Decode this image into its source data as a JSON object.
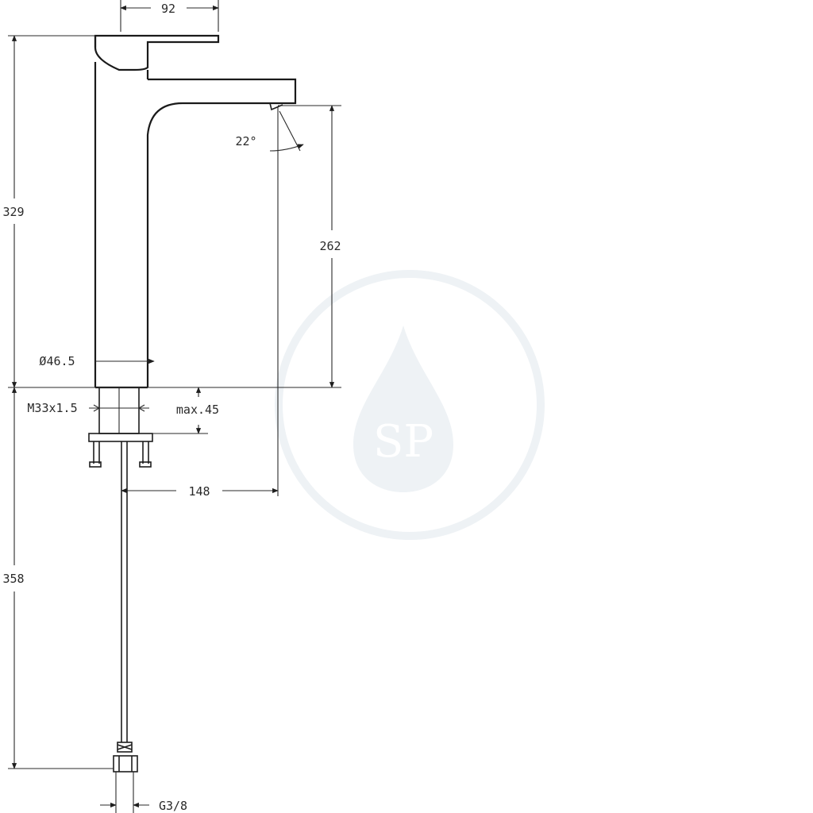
{
  "drawing": {
    "dimensions": {
      "lever_width": "92",
      "total_height": "329",
      "spout_height": "262",
      "spout_angle": "22°",
      "body_diameter": "Ø46.5",
      "thread": "M33x1.5",
      "max_thickness": "max.45",
      "spout_reach": "148",
      "hose_length": "358",
      "hose_connection": "G3/8"
    },
    "watermark": {
      "text": "SP",
      "color": "#e8eef2"
    },
    "colors": {
      "line": "#1e1e1e",
      "background": "#ffffff"
    }
  }
}
